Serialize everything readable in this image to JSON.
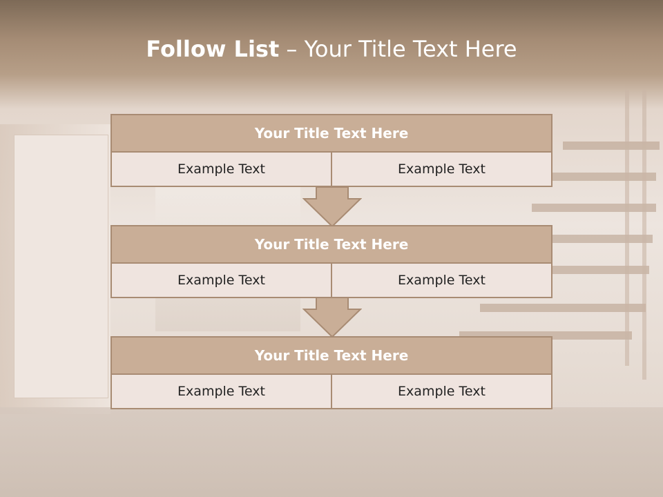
{
  "title": {
    "bold": "Follow List",
    "rest": " – Your Title Text Here"
  },
  "blocks": [
    {
      "heading": "Your Title Text Here",
      "left": "Example Text",
      "right": "Example Text"
    },
    {
      "heading": "Your Title Text Here",
      "left": "Example Text",
      "right": "Example Text"
    },
    {
      "heading": "Your Title Text Here",
      "left": "Example Text",
      "right": "Example Text"
    }
  ],
  "colors": {
    "header_fill": "#c9ae97",
    "cell_fill": "#efe4df",
    "border": "#a88b73",
    "arrow": "#c9ae97"
  }
}
